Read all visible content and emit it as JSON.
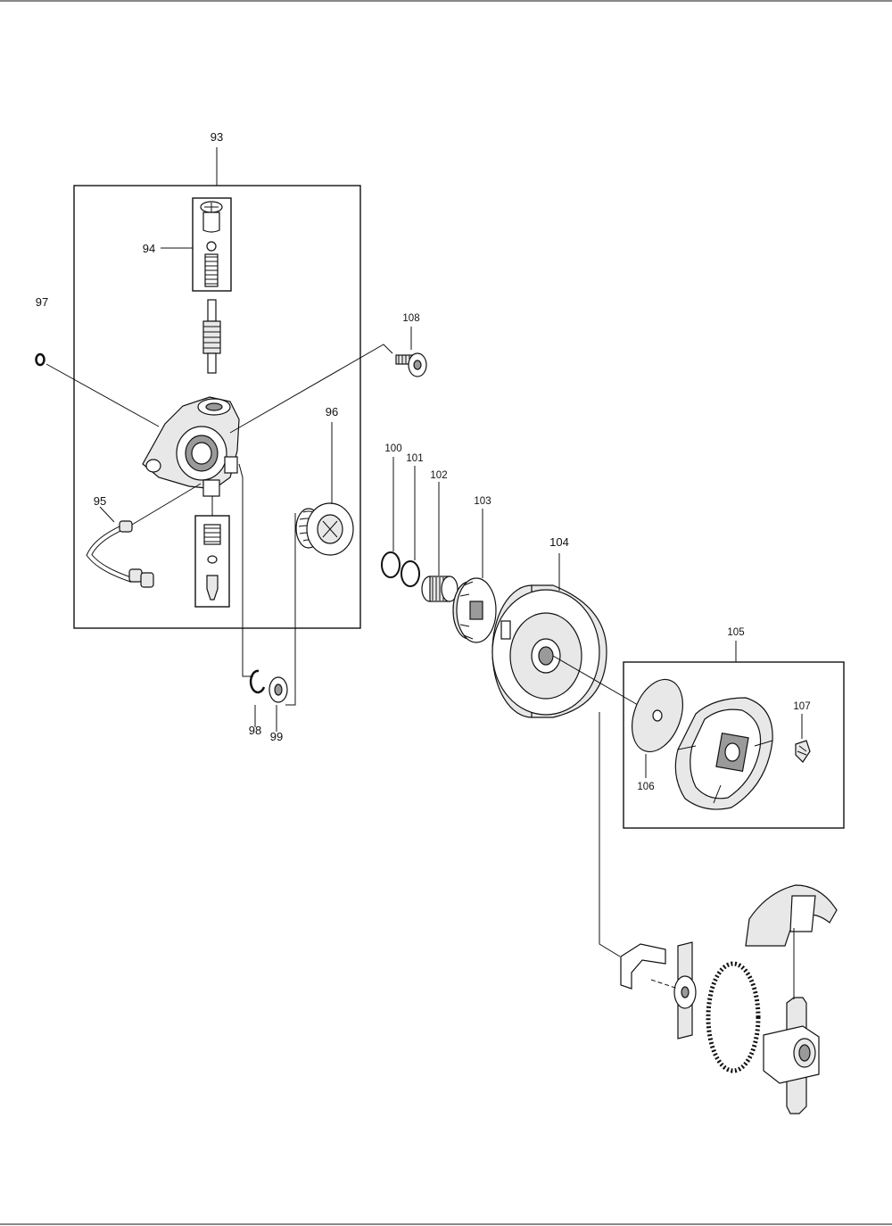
{
  "callouts": {
    "c93": "93",
    "c94": "94",
    "c95": "95",
    "c96": "96",
    "c97": "97",
    "c98": "98",
    "c99": "99",
    "c100": "100",
    "c101": "101",
    "c102": "102",
    "c103": "103",
    "c104": "104",
    "c105": "105",
    "c106": "106",
    "c107": "107",
    "c108": "108"
  },
  "colors": {
    "line": "#111111",
    "background": "#ffffff",
    "part_shade": "#e8e8e8",
    "part_dark": "#9a9a9a"
  }
}
